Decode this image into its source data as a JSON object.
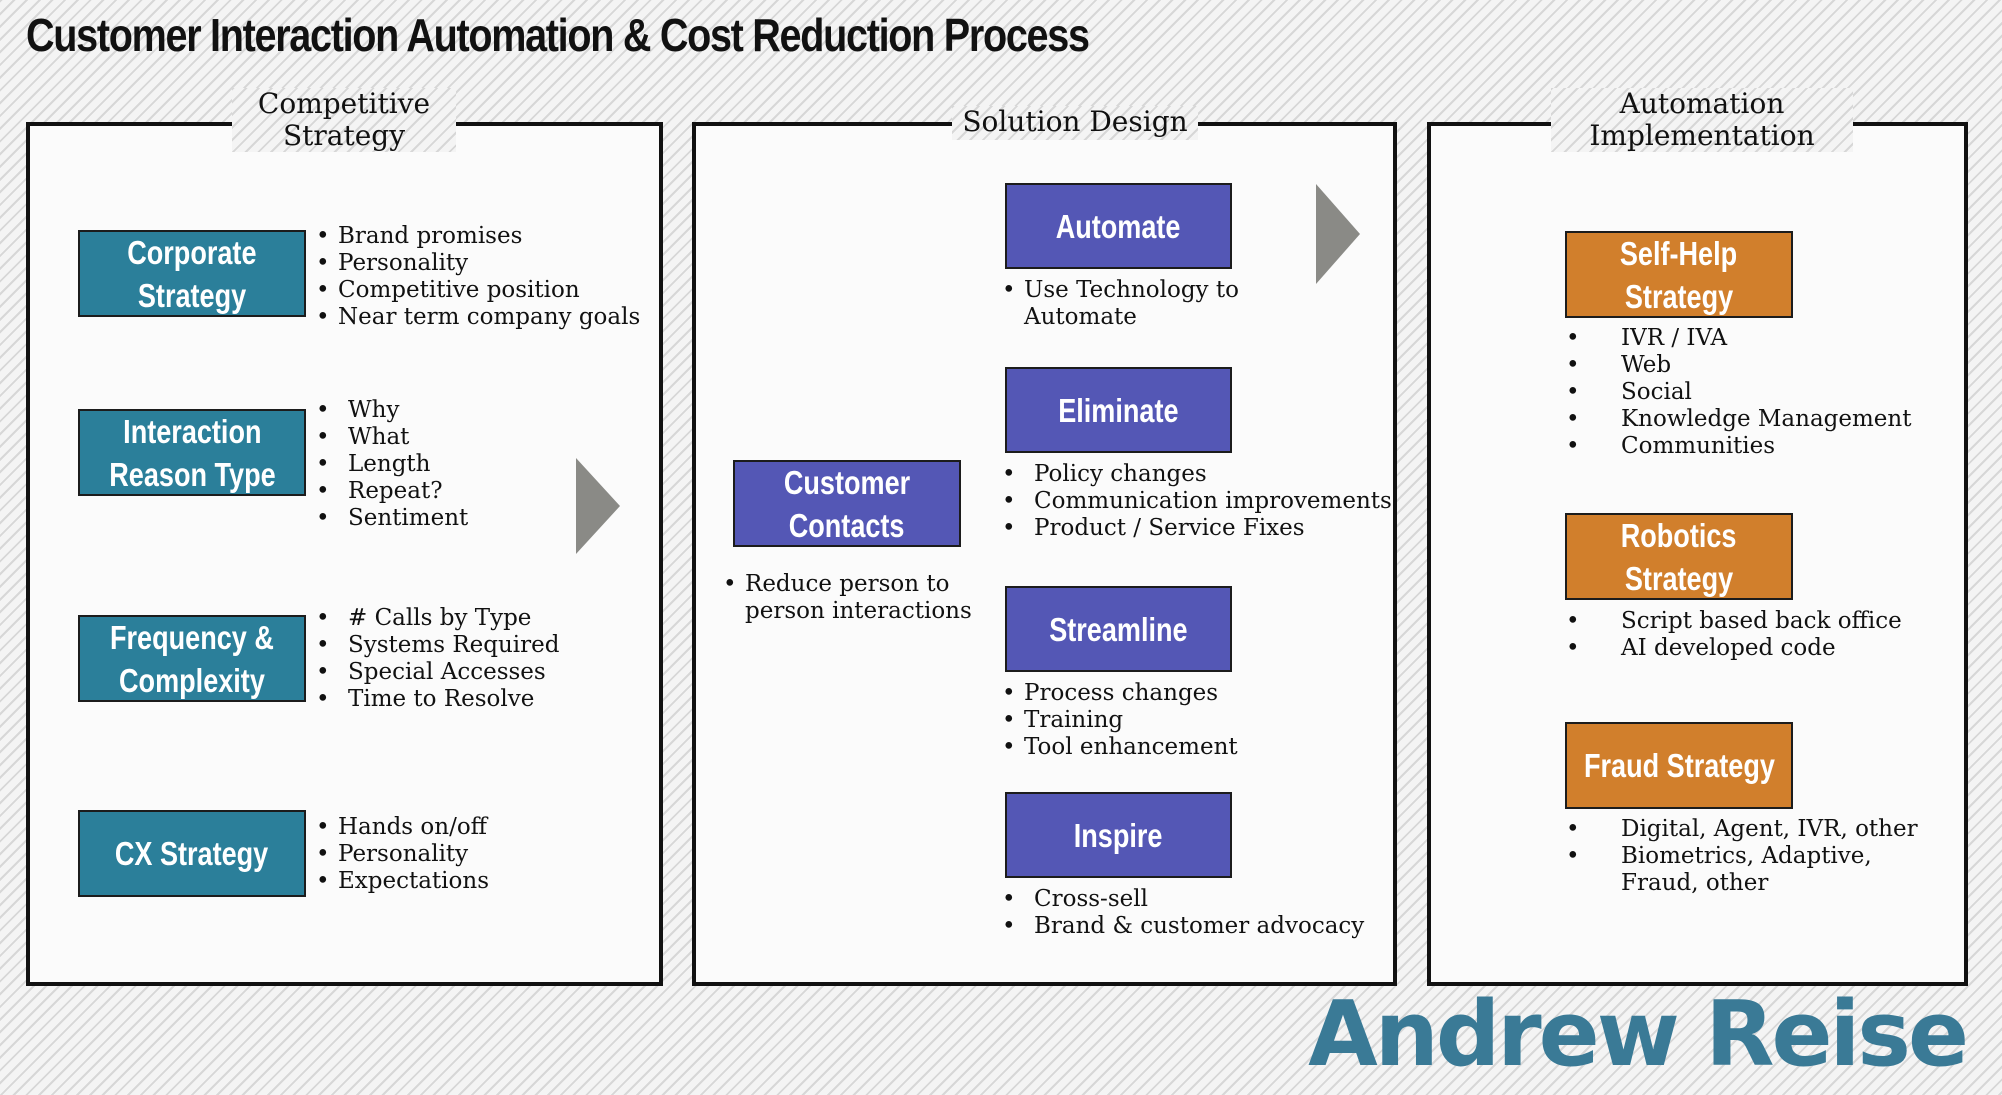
{
  "title": "Customer Interaction Automation & Cost Reduction Process",
  "brand": "Andrew Reise",
  "colors": {
    "teal": "#2b7f9a",
    "blue": "#5457b5",
    "orange": "#d17f2c",
    "brand": "#3a7a96",
    "arrow": "#8a8a86"
  },
  "panels": {
    "competitive": {
      "heading": [
        "Competitive",
        "Strategy"
      ],
      "items": [
        {
          "label": [
            "Corporate",
            "Strategy"
          ],
          "bullets": [
            "Brand promises",
            "Personality",
            "Competitive position",
            "Near term company goals"
          ]
        },
        {
          "label": [
            "Interaction",
            "Reason Type"
          ],
          "bullets": [
            "Why",
            "What",
            "Length",
            "Repeat?",
            "Sentiment"
          ]
        },
        {
          "label": [
            "Frequency &",
            "Complexity"
          ],
          "bullets": [
            "# Calls by Type",
            "Systems Required",
            "Special Accesses",
            "Time to Resolve"
          ]
        },
        {
          "label": [
            "CX Strategy"
          ],
          "bullets": [
            "Hands on/off",
            "Personality",
            "Expectations"
          ]
        }
      ]
    },
    "solution": {
      "heading": [
        "Solution Design"
      ],
      "source": {
        "label": [
          "Customer",
          "Contacts"
        ],
        "bullets": [
          [
            "Reduce person to",
            "person interactions"
          ]
        ]
      },
      "items": [
        {
          "label": [
            "Automate"
          ],
          "bullets": [
            [
              "Use Technology to",
              "Automate"
            ]
          ]
        },
        {
          "label": [
            "Eliminate"
          ],
          "bullets": [
            "Policy changes",
            "Communication improvements",
            "Product / Service Fixes"
          ]
        },
        {
          "label": [
            "Streamline"
          ],
          "bullets": [
            "Process changes",
            "Training",
            "Tool enhancement"
          ]
        },
        {
          "label": [
            "Inspire"
          ],
          "bullets": [
            "Cross-sell",
            "Brand & customer advocacy"
          ]
        }
      ]
    },
    "automation": {
      "heading": [
        "Automation",
        "Implementation"
      ],
      "items": [
        {
          "label": [
            "Self-Help",
            "Strategy"
          ],
          "bullets": [
            "IVR / IVA",
            "Web",
            "Social",
            "Knowledge Management",
            "Communities"
          ]
        },
        {
          "label": [
            "Robotics",
            "Strategy"
          ],
          "bullets": [
            "Script based back office",
            "AI developed code"
          ]
        },
        {
          "label": [
            "Fraud Strategy"
          ],
          "bullets": [
            "Digital, Agent, IVR, other",
            [
              "Biometrics, Adaptive,",
              "Fraud, other"
            ]
          ]
        }
      ]
    }
  }
}
